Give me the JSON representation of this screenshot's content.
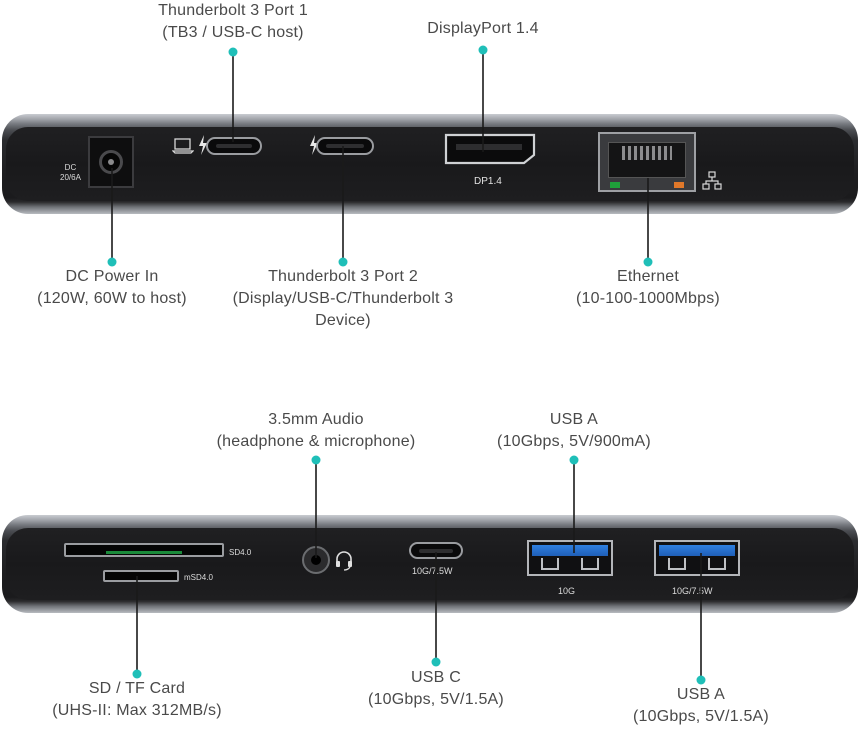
{
  "diagram": {
    "top_labels": {
      "tb3_port1": [
        "Thunderbolt 3 Port 1",
        "(TB3 / USB-C host)"
      ],
      "displayport": [
        "DisplayPort 1.4"
      ],
      "dc_power": [
        "DC Power In",
        "(120W, 60W to host)"
      ],
      "tb3_port2": [
        "Thunderbolt 3 Port 2",
        "(Display/USB-C/Thunderbolt 3",
        "Device)"
      ],
      "ethernet": [
        "Ethernet",
        "(10-100-1000Mbps)"
      ]
    },
    "bottom_labels": {
      "audio": [
        "3.5mm Audio",
        "(headphone & microphone)"
      ],
      "usb_a_10g": [
        "USB A",
        "(10Gbps, 5V/900mA)"
      ],
      "sd_card": [
        "SD / TF Card",
        "(UHS-II: Max 312MB/s)"
      ],
      "usb_c": [
        "USB C",
        "(10Gbps, 5V/1.5A)"
      ],
      "usb_a_15a": [
        "USB A",
        "(10Gbps, 5V/1.5A)"
      ]
    },
    "device_markings": {
      "dc_1": "DC",
      "dc_2": "20/6A",
      "dp": "DP1.4",
      "sd": "SD4.0",
      "msd": "mSD4.0",
      "usbc": "10G/7.5W",
      "usba1": "10G",
      "usba2": "10G/7.5W"
    },
    "colors": {
      "callout": "#1fbfb8",
      "text": "#4a4a4a",
      "usb_blue": "#2a72d4",
      "led_green": "#1fa03a",
      "led_orange": "#e0782a"
    }
  }
}
